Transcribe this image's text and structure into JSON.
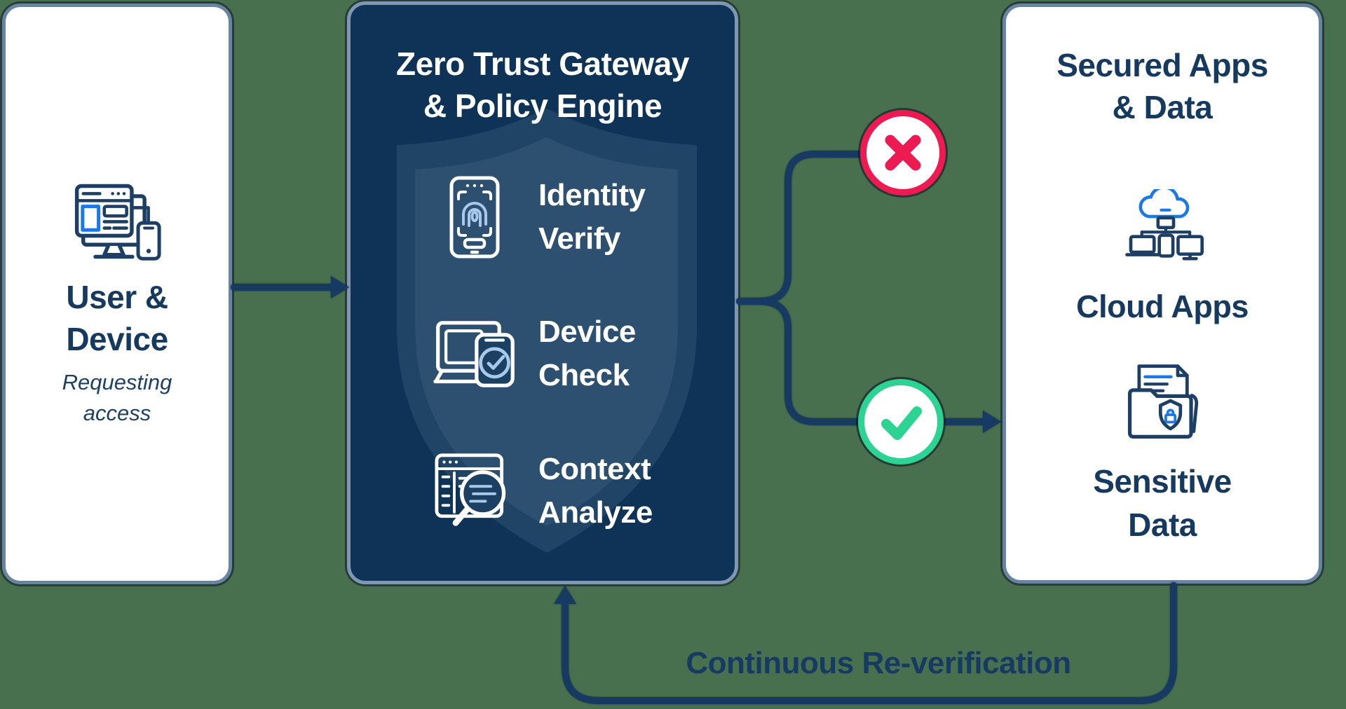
{
  "diagram": {
    "user_panel": {
      "title_lines": [
        "User &",
        "Device"
      ],
      "subtitle_lines": [
        "Requesting",
        "access"
      ],
      "icon": "user-device-icon"
    },
    "gateway_panel": {
      "title_lines": [
        "Zero Trust Gateway",
        "& Policy Engine"
      ],
      "features": [
        {
          "icon": "identity-verify-icon",
          "label_lines": [
            "Identity",
            "Verify"
          ]
        },
        {
          "icon": "device-check-icon",
          "label_lines": [
            "Device",
            "Check"
          ]
        },
        {
          "icon": "context-analyze-icon",
          "label_lines": [
            "Context",
            "Analyze"
          ]
        }
      ]
    },
    "secured_panel": {
      "title_lines": [
        "Secured Apps",
        "& Data"
      ],
      "items": [
        {
          "icon": "cloud-apps-icon",
          "label": "Cloud Apps"
        },
        {
          "icon": "sensitive-data-icon",
          "label_lines": [
            "Sensitive",
            "Data"
          ]
        }
      ]
    },
    "decision_denied": {
      "icon": "x-mark-icon",
      "color": "#ee1b53"
    },
    "decision_allowed": {
      "icon": "check-mark-icon",
      "color": "#2cd494"
    },
    "loop_label": "Continuous Re-verification",
    "colors": {
      "background_green": "#48704f",
      "panel_navy": "#0e3356",
      "text_navy": "#16395f",
      "connector_navy": "#173a62",
      "accent_blue": "#1b78e4",
      "light_blue": "#a9c9ec",
      "deny_red": "#ee1b53",
      "allow_green": "#2cd494",
      "panel_border": "#6884a3"
    }
  }
}
